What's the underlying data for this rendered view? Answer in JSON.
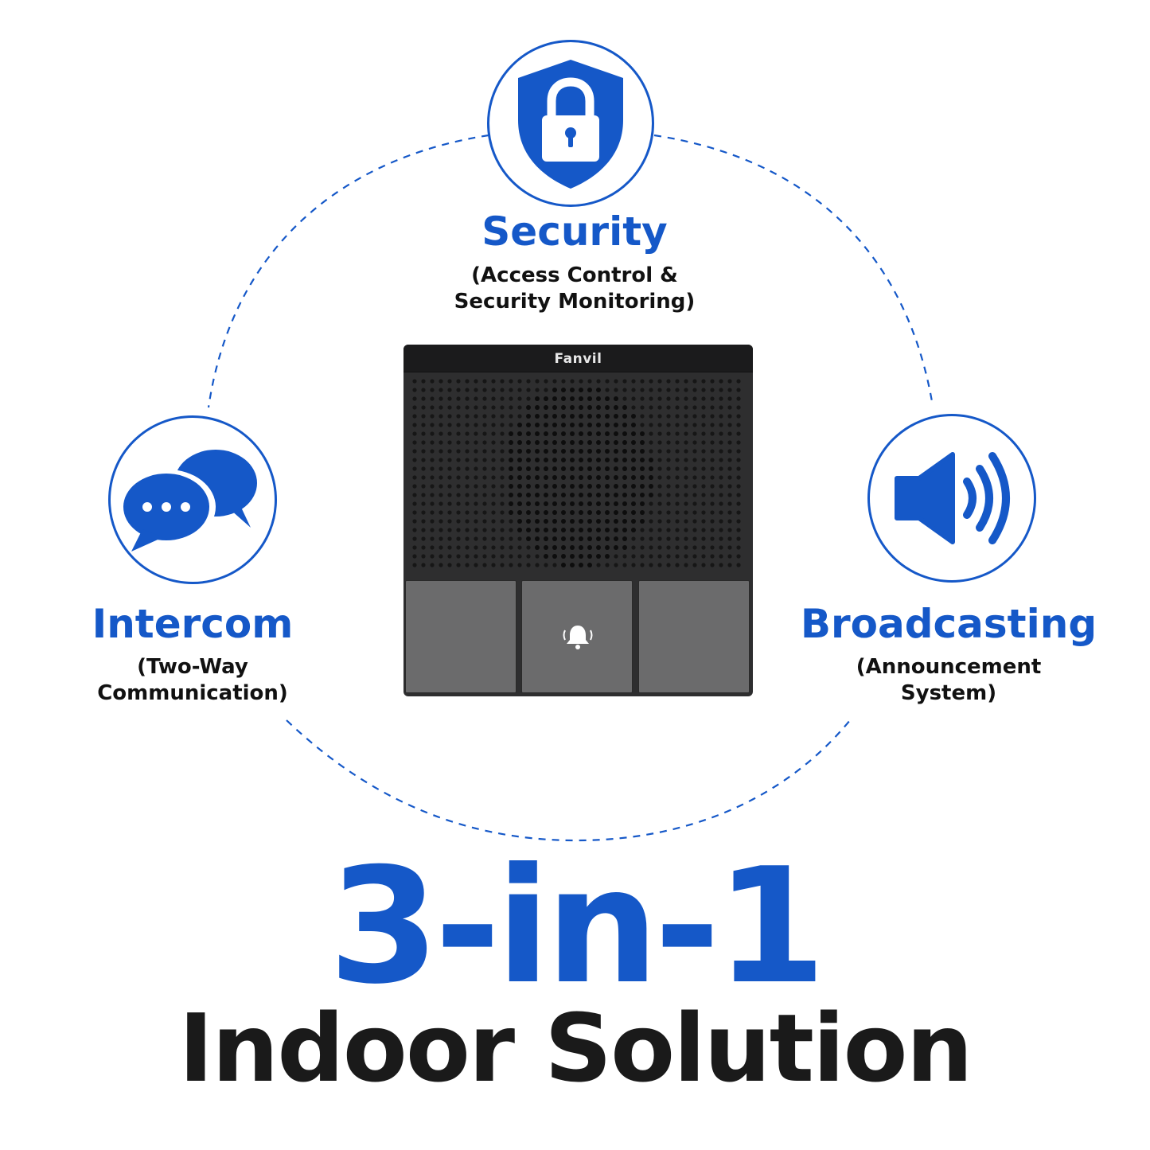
{
  "brand_color": "#1558c8",
  "features": {
    "security": {
      "icon": "shield-lock-icon",
      "title": "Security",
      "subtitle_line1": "(Access Control &",
      "subtitle_line2": "Security Monitoring)"
    },
    "intercom": {
      "icon": "chat-bubbles-icon",
      "title": "Intercom",
      "subtitle_line1": "(Two-Way",
      "subtitle_line2": "Communication)"
    },
    "broadcasting": {
      "icon": "speaker-volume-icon",
      "title": "Broadcasting",
      "subtitle_line1": "(Announcement",
      "subtitle_line2": "System)"
    }
  },
  "device": {
    "brand": "Fanvil",
    "center_key_icon": "bell-icon"
  },
  "headline": "3-in-1",
  "subheadline": "Indoor Solution"
}
